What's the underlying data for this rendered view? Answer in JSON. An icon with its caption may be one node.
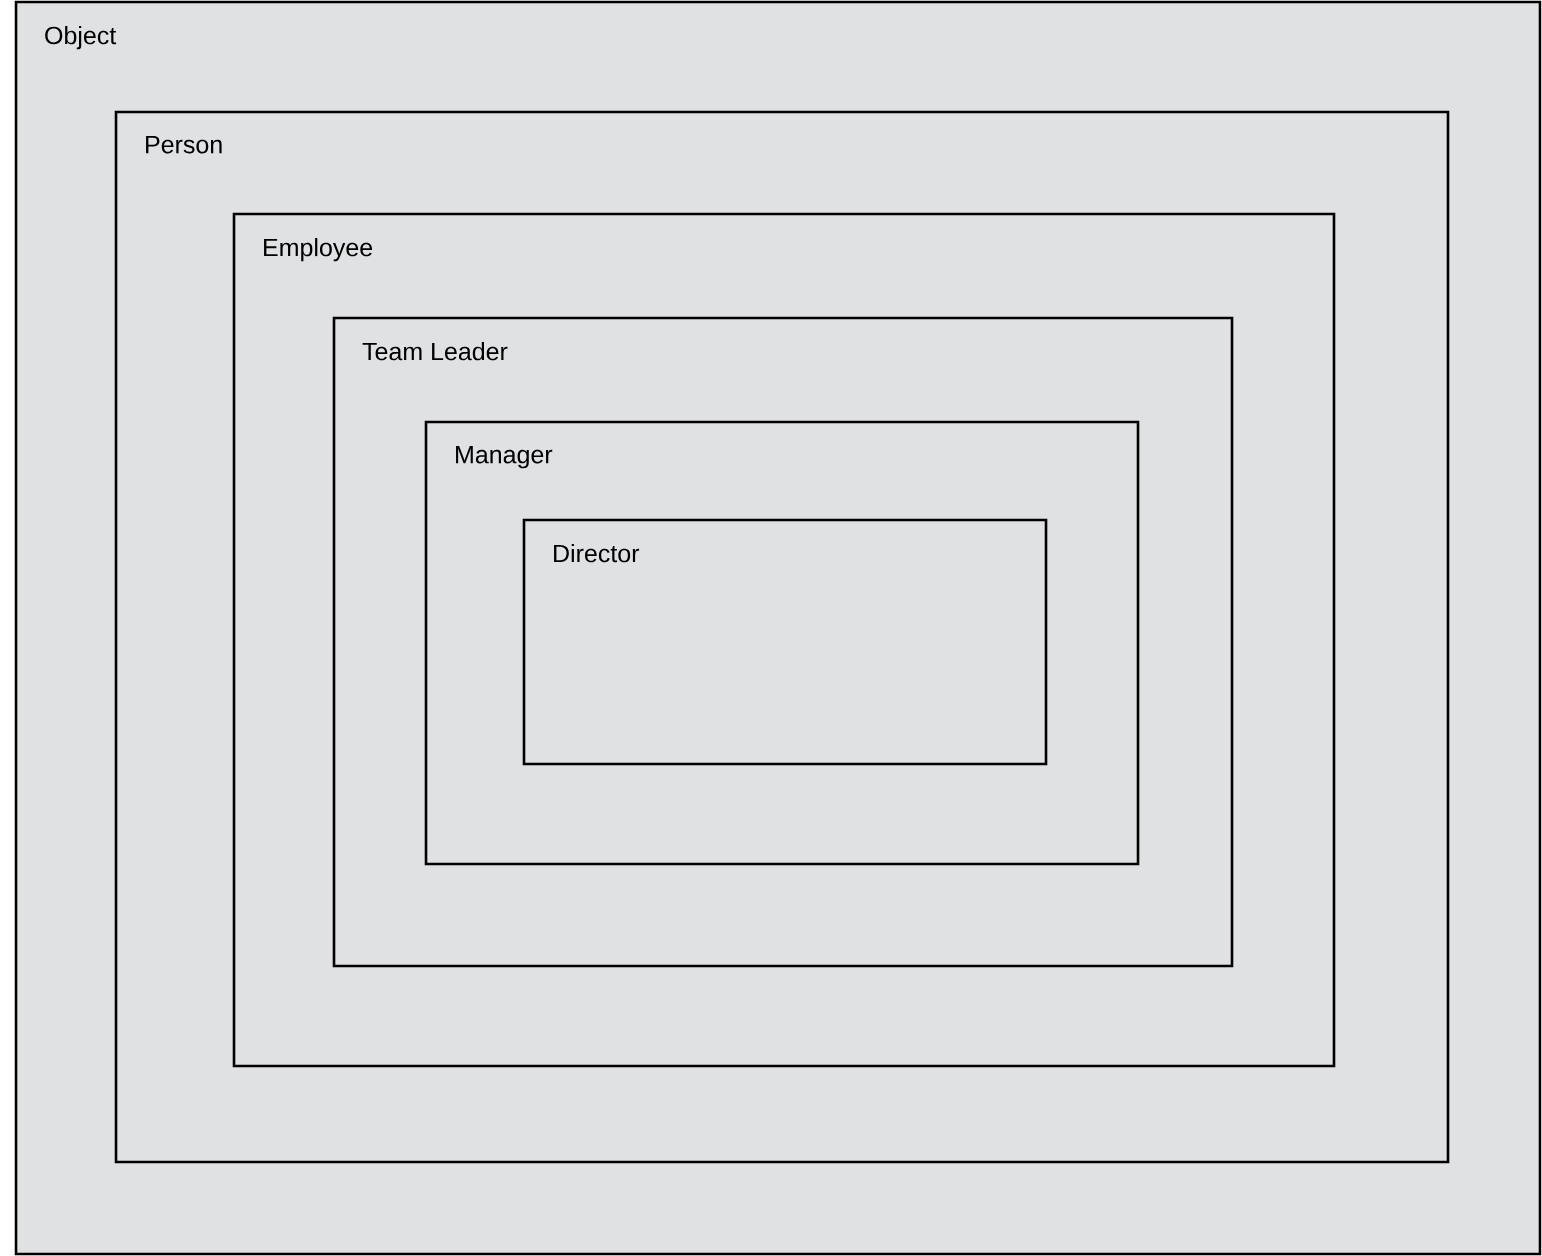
{
  "diagram": {
    "nodes": [
      {
        "text": [
          "Object"
        ]
      },
      {
        "text": [
          "Person"
        ],
        "in": 0
      },
      {
        "text": [
          "Employee"
        ],
        "in": 1
      },
      {
        "text": [
          "Team Leader"
        ],
        "in": 2
      },
      {
        "text": [
          "Manager"
        ],
        "in": 3
      },
      {
        "text": [
          "Director"
        ],
        "in": 4
      }
    ]
  }
}
